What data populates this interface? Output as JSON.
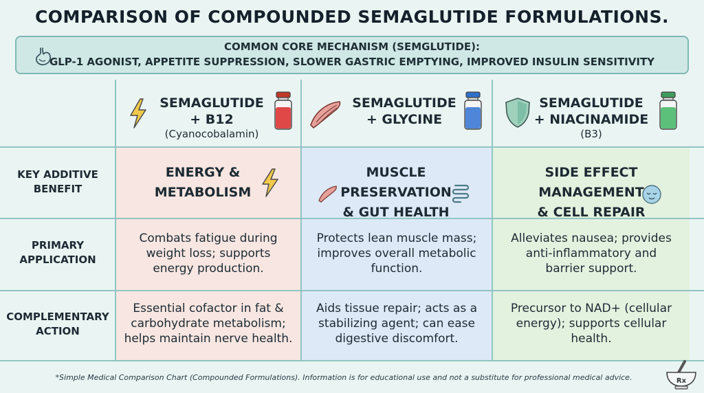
{
  "title": "COMPARISON OF COMPOUNDED SEMAGLUTIDE FORMULATIONS.",
  "mechanism": {
    "line1": "COMMON CORE MECHANISM (SEMGLUTIDE):",
    "line2": "GLP-1 AGONIST, APPETITE SUPPRESSION, SLOWER GASTRIC EMPTYING, IMPROVED INSULIN SENSITIVITY",
    "icon": "stomach-icon"
  },
  "columns": [
    {
      "title_line1": "SEMAGLUTIDE",
      "title_line2": "+ B12",
      "subtitle": "(Cyanocobalamin)",
      "icon": "lightning-icon",
      "vial_color": "#e04848",
      "bg_color": "#f7e6e1",
      "benefit_line1": "ENERGY &",
      "benefit_line2": "METABOLISM",
      "application": [
        "Combats fatigue during",
        "weight loss; supports",
        "energy production."
      ],
      "complementary": [
        "Essential cofactor in fat &",
        "carbohydrate metabolism;",
        "helps maintain nerve health."
      ]
    },
    {
      "title_line1": "SEMAGLUTIDE",
      "title_line2": "+ GLYCINE",
      "subtitle": "",
      "icon": "muscle-icon",
      "vial_color": "#4f86d8",
      "bg_color": "#dde9f6",
      "benefit_line1": "MUSCLE PRESERVATION",
      "benefit_line2": "& GUT HEALTH",
      "application": [
        "Protects lean muscle mass;",
        "improves overall metabolic",
        "function."
      ],
      "complementary": [
        "Aids tissue repair; acts as a",
        "stabilizing agent; can ease",
        "digestive discomfort."
      ]
    },
    {
      "title_line1": "SEMAGLUTIDE",
      "title_line2": "+ NIACINAMIDE",
      "subtitle": "(B3)",
      "icon": "shield-icon",
      "vial_color": "#5cc07a",
      "bg_color": "#e3f2df",
      "benefit_line1": "SIDE EFFECT MANAGEMENT",
      "benefit_line2": "& CELL REPAIR",
      "application": [
        "Alleviates nausea; provides",
        "anti-inflammatory and",
        "barrier support."
      ],
      "complementary": [
        "Precursor to NAD+ (cellular",
        "energy); supports cellular",
        "health."
      ]
    }
  ],
  "row_labels": {
    "benefit": [
      "KEY ADDITIVE",
      "BENEFIT"
    ],
    "application": [
      "PRIMARY",
      "APPLICATION"
    ],
    "complementary": [
      "COMPLEMENTARY",
      "ACTION"
    ]
  },
  "footnote": "*Simple Medical Comparison Chart (Compounded Formulations). Information is for educational use and not a substitute for professional medical advice.",
  "corner_icon": "mortar-pestle-rx-icon",
  "corner_label": "Rx"
}
